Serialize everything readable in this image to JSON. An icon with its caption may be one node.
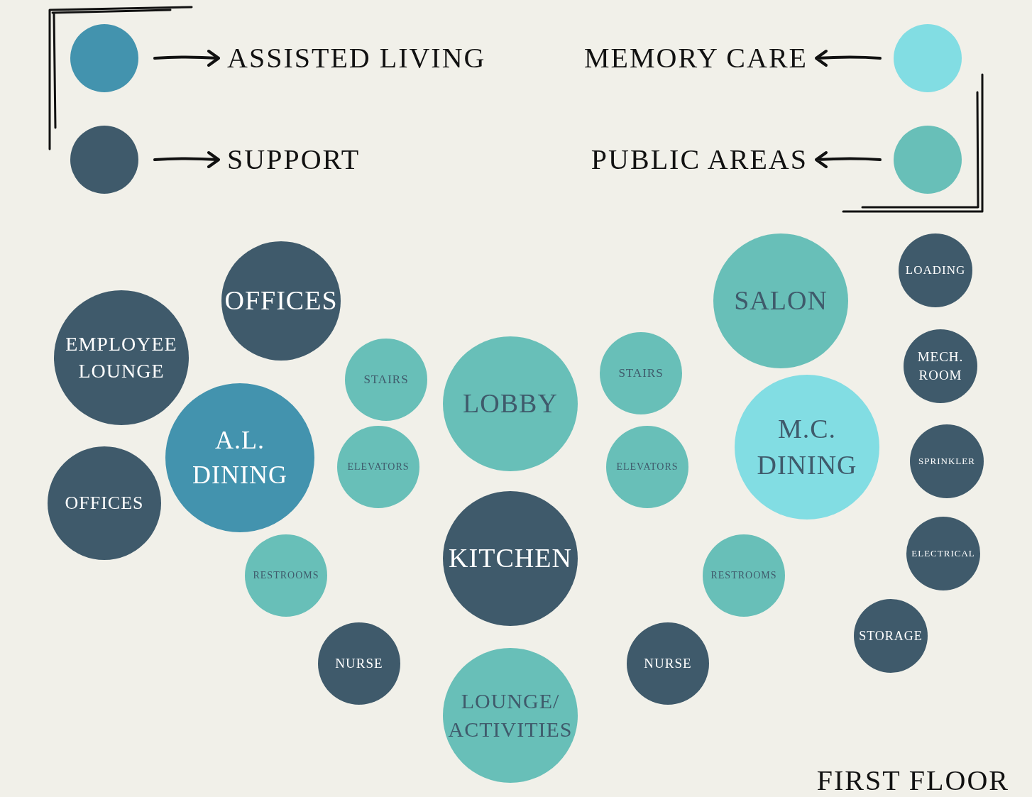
{
  "diagram": {
    "caption": "FIRST FLOOR",
    "nodes": [
      {
        "text": [
          "OFFICES"
        ]
      },
      {
        "text": [
          "SALON"
        ]
      },
      {
        "text": [
          "LOADING"
        ]
      },
      {
        "text": [
          "EMPLOYEE LOUNGE"
        ]
      },
      {
        "text": [
          "LOBBY"
        ]
      },
      {
        "text": [
          "STAIRS"
        ]
      },
      {
        "text": [
          "STAIRS"
        ]
      },
      {
        "text": [
          "MECH. ROOM"
        ]
      },
      {
        "text": [
          "A.L. DINING"
        ]
      },
      {
        "text": [
          "ELEVATORS"
        ]
      },
      {
        "text": [
          "ELEVATORS"
        ]
      },
      {
        "text": [
          "M.C. DINING"
        ]
      },
      {
        "text": [
          "SPRINKLER"
        ]
      },
      {
        "text": [
          "OFFICES"
        ]
      },
      {
        "text": [
          "KITCHEN"
        ]
      },
      {
        "text": [
          "ELECTRICAL"
        ]
      },
      {
        "text": [
          "RESTROOMS"
        ]
      },
      {
        "text": [
          "RESTROOMS"
        ]
      },
      {
        "text": [
          "STORAGE"
        ]
      },
      {
        "text": [
          "NURSE"
        ]
      },
      {
        "text": [
          "NURSE"
        ]
      },
      {
        "text": [
          "LOUNGE/ ACTIVITIES"
        ]
      }
    ],
    "edges": [],
    "legend": [
      {
        "text": "ASSISTED LIVING",
        "color": "#4393ae"
      },
      {
        "text": "MEMORY CARE",
        "color": "#82dde3"
      },
      {
        "text": "SUPPORT",
        "color": "#3f5a6b"
      },
      {
        "text": "PUBLIC AREAS",
        "color": "#68bfb8"
      }
    ]
  }
}
